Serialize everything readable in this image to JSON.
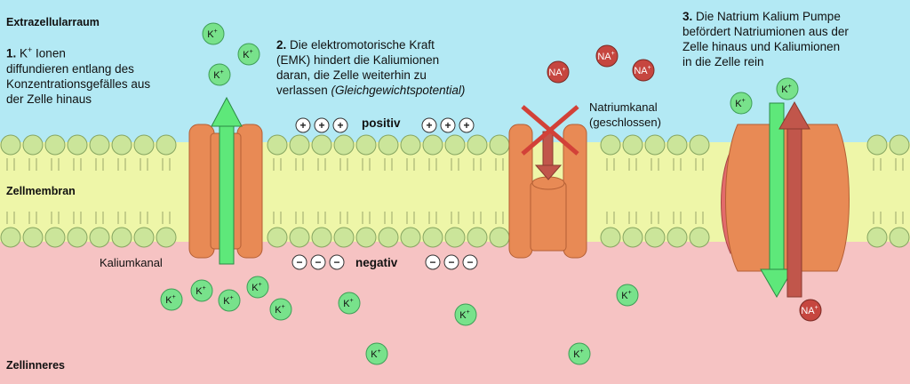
{
  "regions": {
    "extracellular": "Extrazellularraum",
    "membrane": "Zellmembran",
    "intracellular": "Zellinneres"
  },
  "step1": {
    "num": "1.",
    "text_a": " K",
    "sup": "+",
    "text_b": " Ionen",
    "lines": [
      "diffundieren entlang des",
      "Konzentrationsgefälles aus",
      "der Zelle hinaus"
    ]
  },
  "step2": {
    "num": "2.",
    "lines": [
      " Die elektromotorische Kraft",
      "(EMK) hindert die Kaliumionen",
      "daran, die Zelle weiterhin zu"
    ],
    "line4": "verlassen ",
    "note": "(Gleichgewichtspotential)"
  },
  "step3": {
    "num": "3.",
    "lines": [
      " Die Natrium Kalium Pumpe",
      "befördert Natriumionen aus der",
      "Zelle hinaus und Kaliumionen",
      "in die Zelle rein"
    ]
  },
  "labels": {
    "potassium_channel": "Kaliumkanal",
    "sodium_channel": "Natriumkanal",
    "sodium_channel_state": "(geschlossen)",
    "positive": "positiv",
    "negative": "negativ"
  },
  "ions": {
    "potassium": "K",
    "potassium_sup": "+",
    "sodium": "NA",
    "sodium_sup": "+",
    "plus": "+",
    "minus": "−"
  },
  "colors": {
    "outside": "#b3e9f4",
    "inside": "#f6c3c3",
    "membrane": "#eef6a8",
    "lipid_head": "#cbe59a",
    "channel": "#e88a55",
    "pump_side": "#e36b6b",
    "k_ion": "#78e28b",
    "na_ion": "#c6463f",
    "arrow_green": "#5ee87a",
    "arrow_red": "#c1564b"
  }
}
